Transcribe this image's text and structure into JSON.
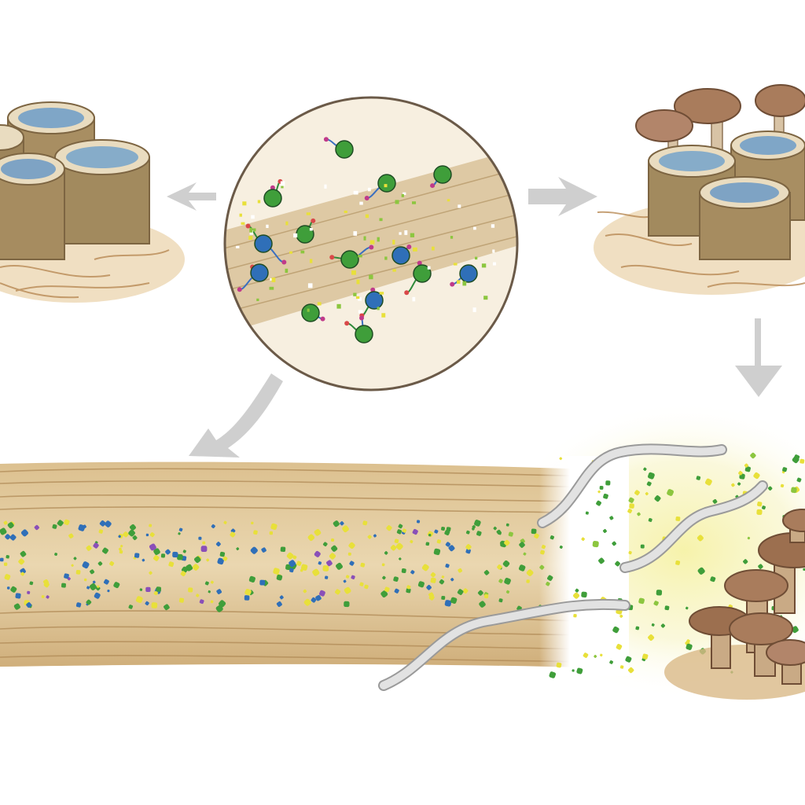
{
  "diagram": {
    "type": "illustrated-process-diagram",
    "text_labels": [],
    "colors": {
      "background": "#ffffff",
      "wood_light": "#e6cfa3",
      "wood_mid": "#d2b07a",
      "wood_dark": "#9a7447",
      "log_side": "#a88e62",
      "log_top": "#e9dcc0",
      "water": "#7fa6c7",
      "mushroom_cap": "#a97c5c",
      "mushroom_stem": "#d8c3a5",
      "molecule_green": "#3f9e3a",
      "molecule_blue": "#2f6fb8",
      "particle_yellow": "#e8e03a",
      "glow": "#f4f0a0",
      "worm": "#d9d9d9",
      "arrow": "#c9c9c9"
    },
    "scenes": [
      {
        "name": "water-filled-logs-left",
        "icon": "log-stumps-icon"
      },
      {
        "name": "magnified-wood-fiber",
        "icon": "magnifier-circle-icon"
      },
      {
        "name": "logs-with-mushrooms-right",
        "icon": "mushroom-logs-icon"
      },
      {
        "name": "decomposing-wood-strip",
        "icon": "wood-strip-icon"
      },
      {
        "name": "worms-and-mushrooms",
        "icon": "worm-icon"
      }
    ],
    "arrows": [
      {
        "name": "arrow-to-left-logs",
        "direction": "left"
      },
      {
        "name": "arrow-to-right-logs",
        "direction": "right"
      },
      {
        "name": "arrow-down-left",
        "direction": "down-left"
      },
      {
        "name": "arrow-down-right",
        "direction": "down"
      }
    ]
  }
}
